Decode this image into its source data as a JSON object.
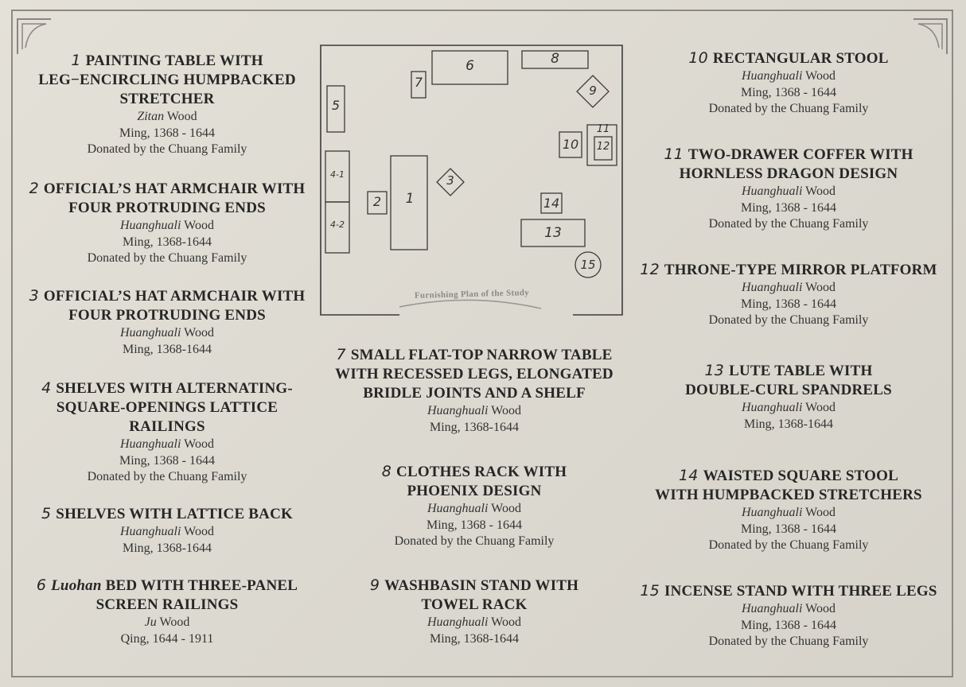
{
  "plan": {
    "caption": "Furnishing Plan of the Study",
    "labels": [
      "1",
      "2",
      "3",
      "4-1",
      "4-2",
      "5",
      "6",
      "7",
      "8",
      "9",
      "10",
      "11",
      "12",
      "13",
      "14",
      "15"
    ]
  },
  "entries": [
    {
      "num": "1",
      "title_lines": [
        "PAINTING TABLE WITH",
        "LEG−ENCIRCLING HUMPBACKED",
        "STRETCHER"
      ],
      "material": "Zitan",
      "material_suffix": "Wood",
      "dynasty": "Ming,  1368 - 1644",
      "donor": "Donated by the Chuang Family"
    },
    {
      "num": "2",
      "title_lines": [
        "OFFICIAL’S HAT ARMCHAIR WITH",
        "FOUR PROTRUDING ENDS"
      ],
      "material": "Huanghuali",
      "material_suffix": "Wood",
      "dynasty": "Ming,  1368-1644",
      "donor": "Donated by the Chuang Family"
    },
    {
      "num": "3",
      "title_lines": [
        "OFFICIAL’S HAT ARMCHAIR WITH",
        "FOUR PROTRUDING ENDS"
      ],
      "material": "Huanghuali",
      "material_suffix": "Wood",
      "dynasty": "Ming,  1368-1644"
    },
    {
      "num": "4",
      "title_lines": [
        "SHELVES WITH ALTERNATING-",
        "SQUARE-OPENINGS LATTICE",
        "RAILINGS"
      ],
      "material": "Huanghuali",
      "material_suffix": "Wood",
      "dynasty": "Ming, 1368 - 1644",
      "donor": "Donated by the Chuang Family"
    },
    {
      "num": "5",
      "title_lines": [
        "SHELVES WITH LATTICE BACK"
      ],
      "material": "Huanghuali",
      "material_suffix": "Wood",
      "dynasty": "Ming,  1368-1644"
    },
    {
      "num": "6",
      "title_prefix": "Luohan",
      "title_lines": [
        "BED WITH THREE-PANEL",
        "SCREEN RAILINGS"
      ],
      "material": "Ju",
      "material_suffix": "Wood",
      "dynasty": "Qing,  1644 - 1911"
    },
    {
      "num": "7",
      "title_lines": [
        "SMALL FLAT-TOP NARROW TABLE",
        "WITH RECESSED LEGS, ELONGATED",
        "BRIDLE JOINTS AND A SHELF"
      ],
      "material": "Huanghuali",
      "material_suffix": "Wood",
      "dynasty": "Ming, 1368-1644"
    },
    {
      "num": "8",
      "title_lines": [
        "CLOTHES RACK WITH",
        "PHOENIX DESIGN"
      ],
      "material": "Huanghuali",
      "material_suffix": "Wood",
      "dynasty": "Ming, 1368 - 1644",
      "donor": "Donated by the Chuang Family"
    },
    {
      "num": "9",
      "title_lines": [
        "WASHBASIN STAND WITH",
        "TOWEL RACK"
      ],
      "material": "Huanghuali",
      "material_suffix": "Wood",
      "dynasty": "Ming, 1368-1644"
    },
    {
      "num": "10",
      "title_lines": [
        "RECTANGULAR STOOL"
      ],
      "material": "Huanghuali",
      "material_suffix": "Wood",
      "dynasty": "Ming, 1368 - 1644",
      "donor": "Donated by the Chuang Family"
    },
    {
      "num": "11",
      "title_lines": [
        "TWO-DRAWER COFFER WITH",
        "HORNLESS DRAGON DESIGN"
      ],
      "material": "Huanghuali",
      "material_suffix": "Wood",
      "dynasty": "Ming, 1368 - 1644",
      "donor": "Donated by the Chuang Family"
    },
    {
      "num": "12",
      "title_lines": [
        "THRONE-TYPE MIRROR PLATFORM"
      ],
      "material": "Huanghuali",
      "material_suffix": "Wood",
      "dynasty": "Ming, 1368 - 1644",
      "donor": "Donated by the Chuang Family"
    },
    {
      "num": "13",
      "title_lines": [
        "LUTE TABLE WITH",
        "DOUBLE-CURL SPANDRELS"
      ],
      "material": "Huanghuali",
      "material_suffix": "Wood",
      "dynasty": "Ming, 1368-1644"
    },
    {
      "num": "14",
      "title_lines": [
        "WAISTED SQUARE STOOL",
        "WITH HUMPBACKED STRETCHERS"
      ],
      "material": "Huanghuali",
      "material_suffix": "Wood",
      "dynasty": "Ming, 1368 - 1644",
      "donor": "Donated by the Chuang Family"
    },
    {
      "num": "15",
      "title_lines": [
        "INCENSE STAND WITH THREE LEGS"
      ],
      "material": "Huanghuali",
      "material_suffix": "Wood",
      "dynasty": "Ming, 1368 - 1644",
      "donor": "Donated by the Chuang Family"
    }
  ]
}
